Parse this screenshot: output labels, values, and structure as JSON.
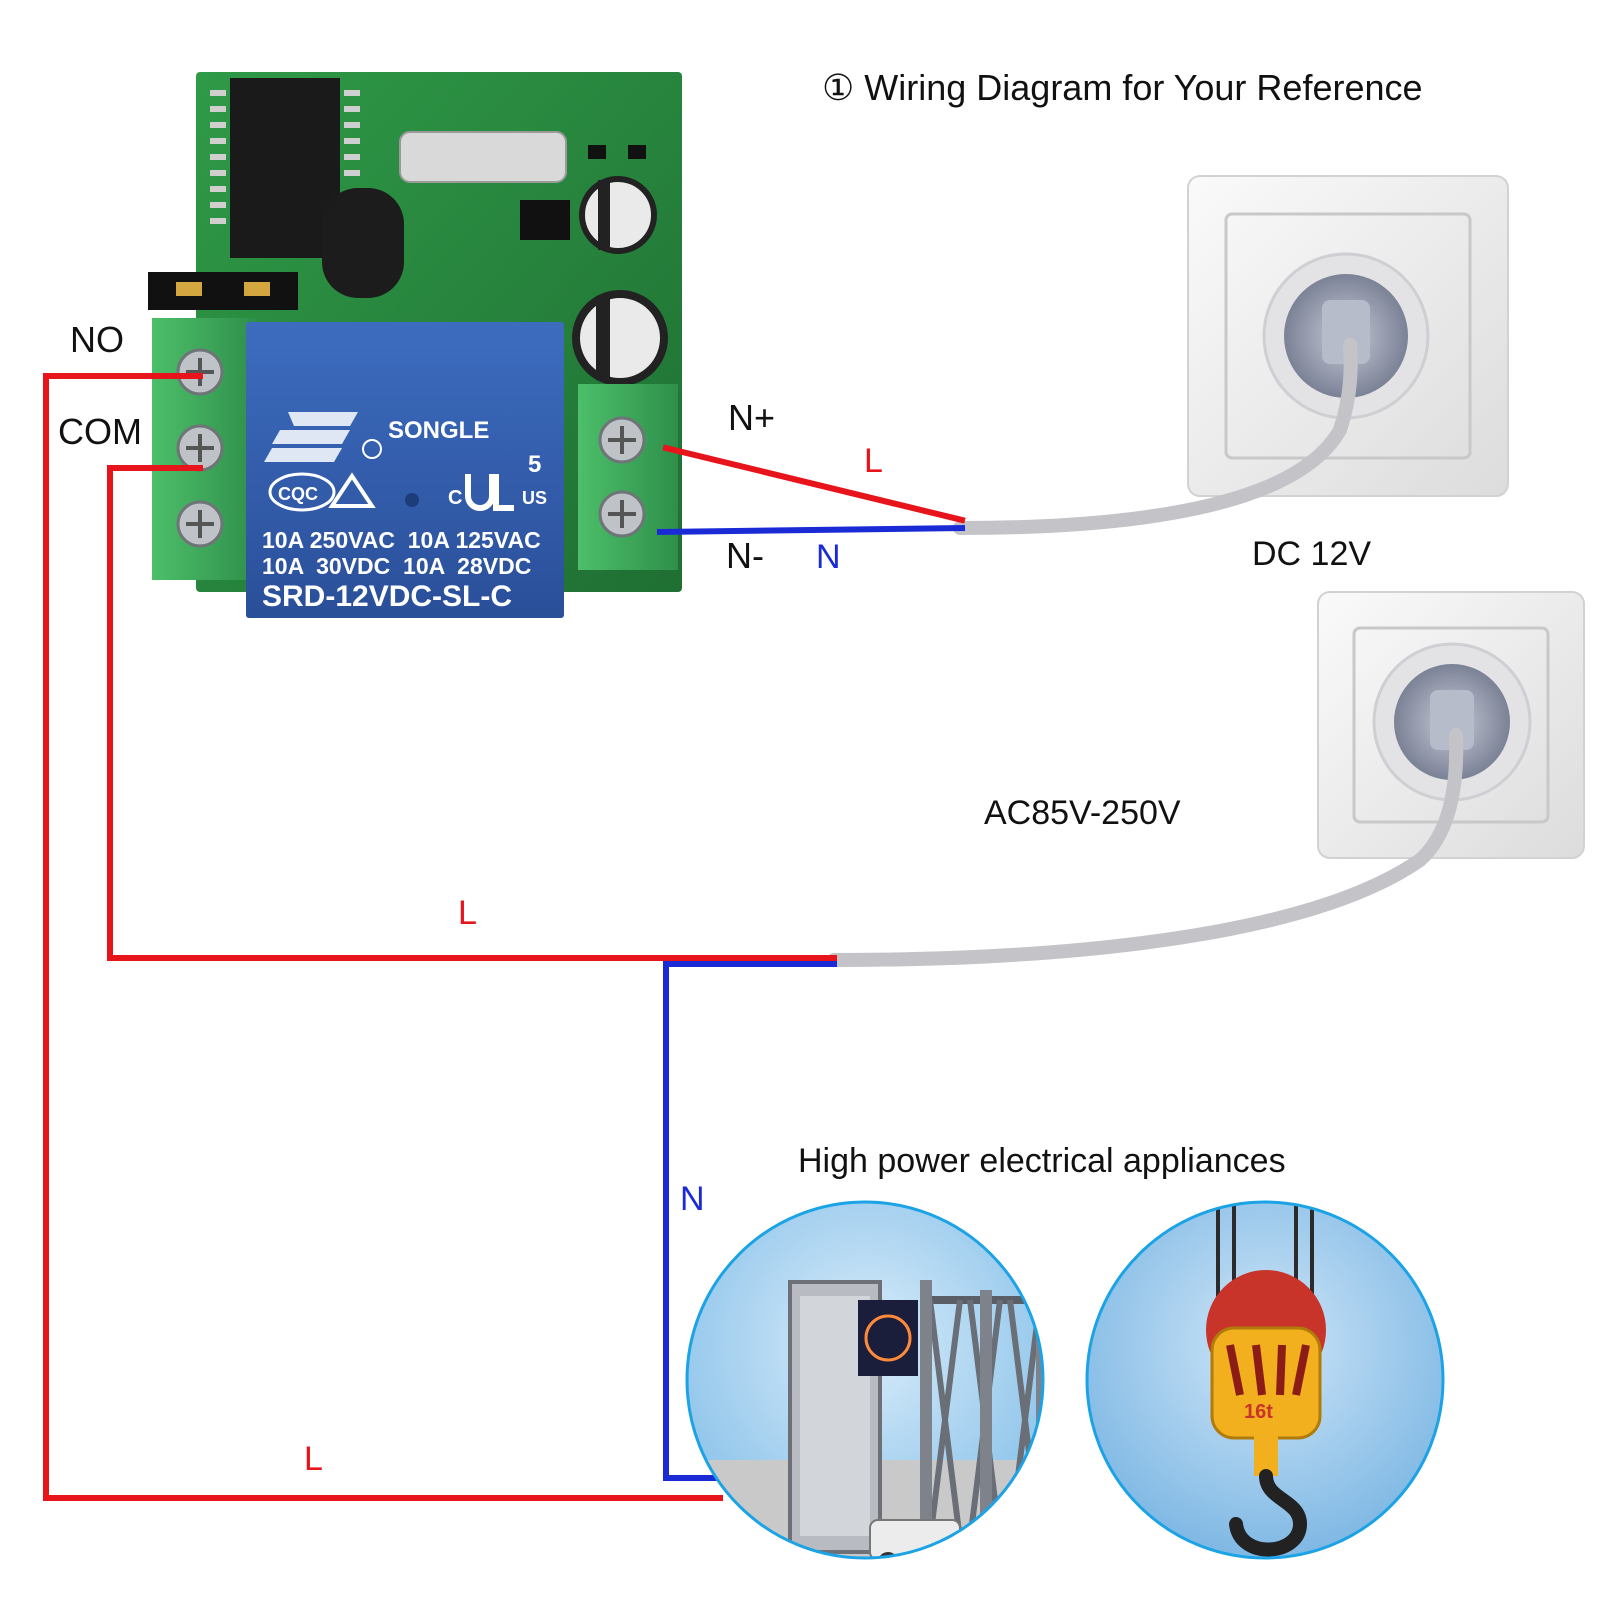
{
  "title": "① Wiring Diagram for Your Reference",
  "terminals": {
    "no": "NO",
    "com": "COM",
    "n_plus": "N+",
    "n_minus": "N-"
  },
  "wire_labels": {
    "dc_l": "L",
    "dc_n": "N",
    "ac_l": "L",
    "ac_n": "N",
    "load_l": "L"
  },
  "sockets": {
    "dc": "DC 12V",
    "ac": "AC85V-250V"
  },
  "appliances_heading": "High power electrical appliances",
  "relay": {
    "brand": "SONGLE",
    "mark_num": "5",
    "c_mark": "C",
    "us_mark": "US",
    "cqc": "CQC",
    "rating_1": "10A 250VAC  10A 125VAC",
    "rating_2": "10A  30VDC  10A  28VDC",
    "model": "SRD-12VDC-SL-C"
  },
  "crane_hook_marking": "16t",
  "colors": {
    "live_wire": "#e8141c",
    "neutral_wire": "#1a2bd6",
    "cable": "#c4c4c8",
    "pcb": "#2e8b3e",
    "relay": "#2f5aa8",
    "terminal_block": "#3aa55a",
    "appliance_circle_border": "#1ba3e6"
  }
}
